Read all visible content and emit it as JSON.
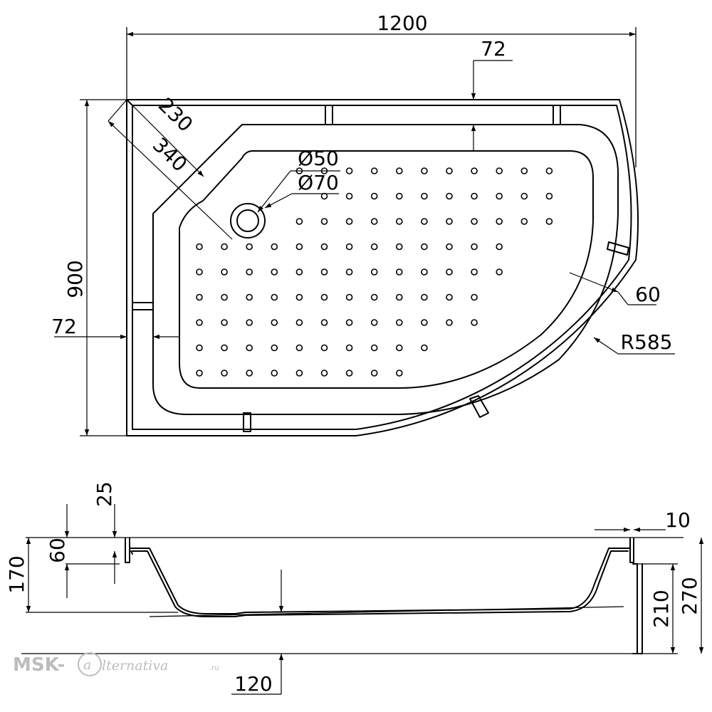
{
  "dimensions": {
    "width": "1200",
    "depth": "900",
    "offset_top": "72",
    "offset_left": "72",
    "corner_outer": "230",
    "corner_inner": "340",
    "drain_inner": "Ø50",
    "drain_outer": "Ø70",
    "rim": "60",
    "radius": "R585",
    "step_height": "25",
    "lip_height": "60",
    "tray_height": "170",
    "edge_thickness": "10",
    "leg_height": "210",
    "total_height": "270",
    "base_clearance": "120"
  },
  "watermark": {
    "brand": "MSK-",
    "script": "lternativa",
    "domain": ".ru"
  }
}
